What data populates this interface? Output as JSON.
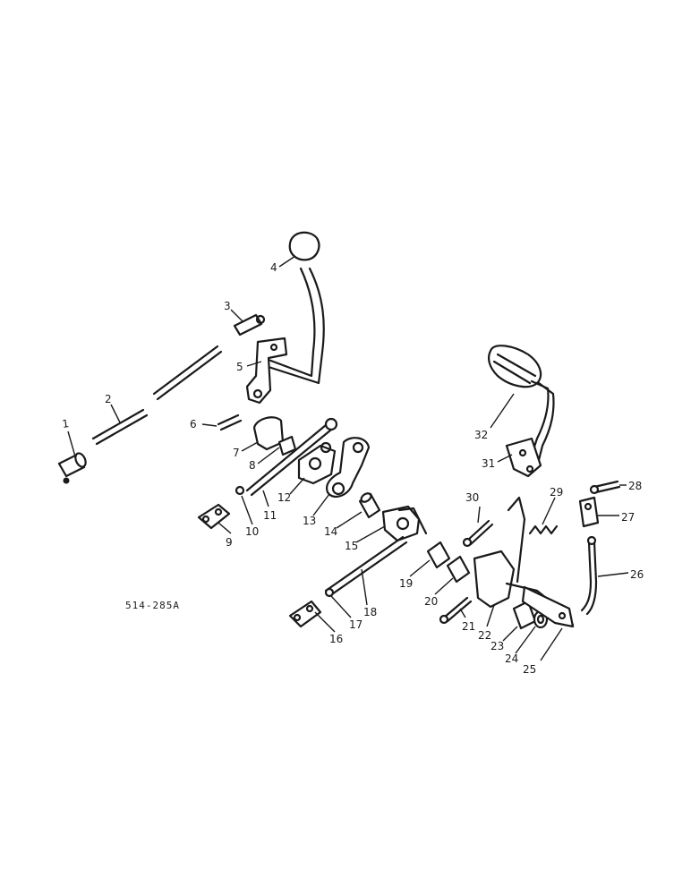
{
  "diagram": {
    "reference_code": "514-285A",
    "callouts": [
      "1",
      "2",
      "3",
      "4",
      "5",
      "6",
      "7",
      "8",
      "9",
      "10",
      "11",
      "12",
      "13",
      "14",
      "15",
      "16",
      "17",
      "18",
      "19",
      "20",
      "21",
      "22",
      "23",
      "24",
      "25",
      "26",
      "27",
      "28",
      "29",
      "30",
      "31",
      "32"
    ]
  }
}
